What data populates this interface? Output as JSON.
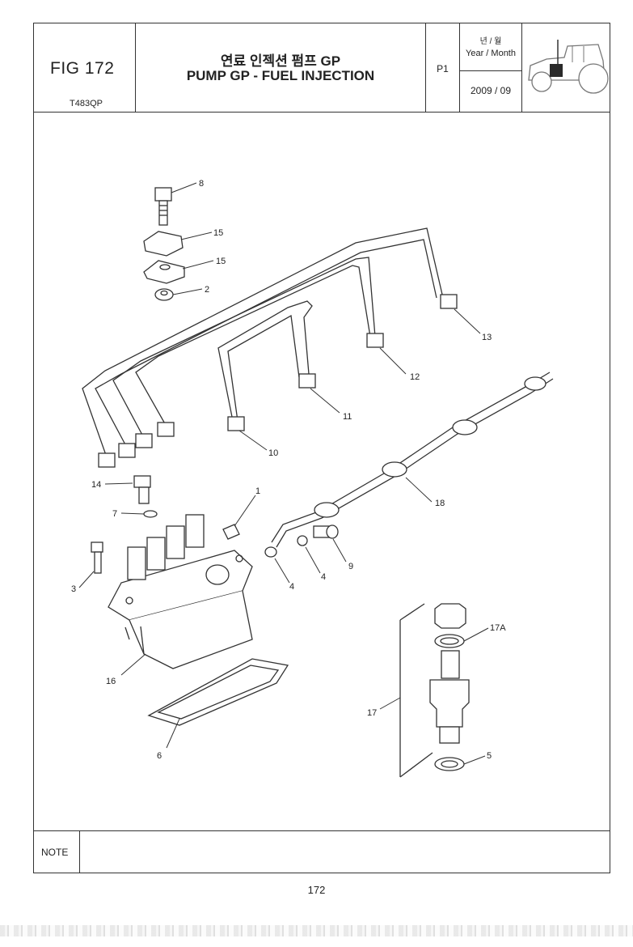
{
  "header": {
    "fig_label": "FIG 172",
    "model": "T483QP",
    "title_kr": "연료 인젝션 펌프 GP",
    "title_en": "PUMP GP - FUEL INJECTION",
    "page_code": "P1",
    "year_month_kr": "년 / 월",
    "year_month_en": "Year / Month",
    "date": "2009 / 09"
  },
  "callouts": [
    "8",
    "15",
    "15",
    "2",
    "13",
    "12",
    "11",
    "10",
    "14",
    "1",
    "7",
    "18",
    "3",
    "4",
    "4",
    "9",
    "17A",
    "16",
    "17",
    "5",
    "6"
  ],
  "note": {
    "label": "NOTE",
    "text": ""
  },
  "footer": {
    "page_number": "172"
  },
  "tractor_icon": "tractor-engine-location-icon"
}
